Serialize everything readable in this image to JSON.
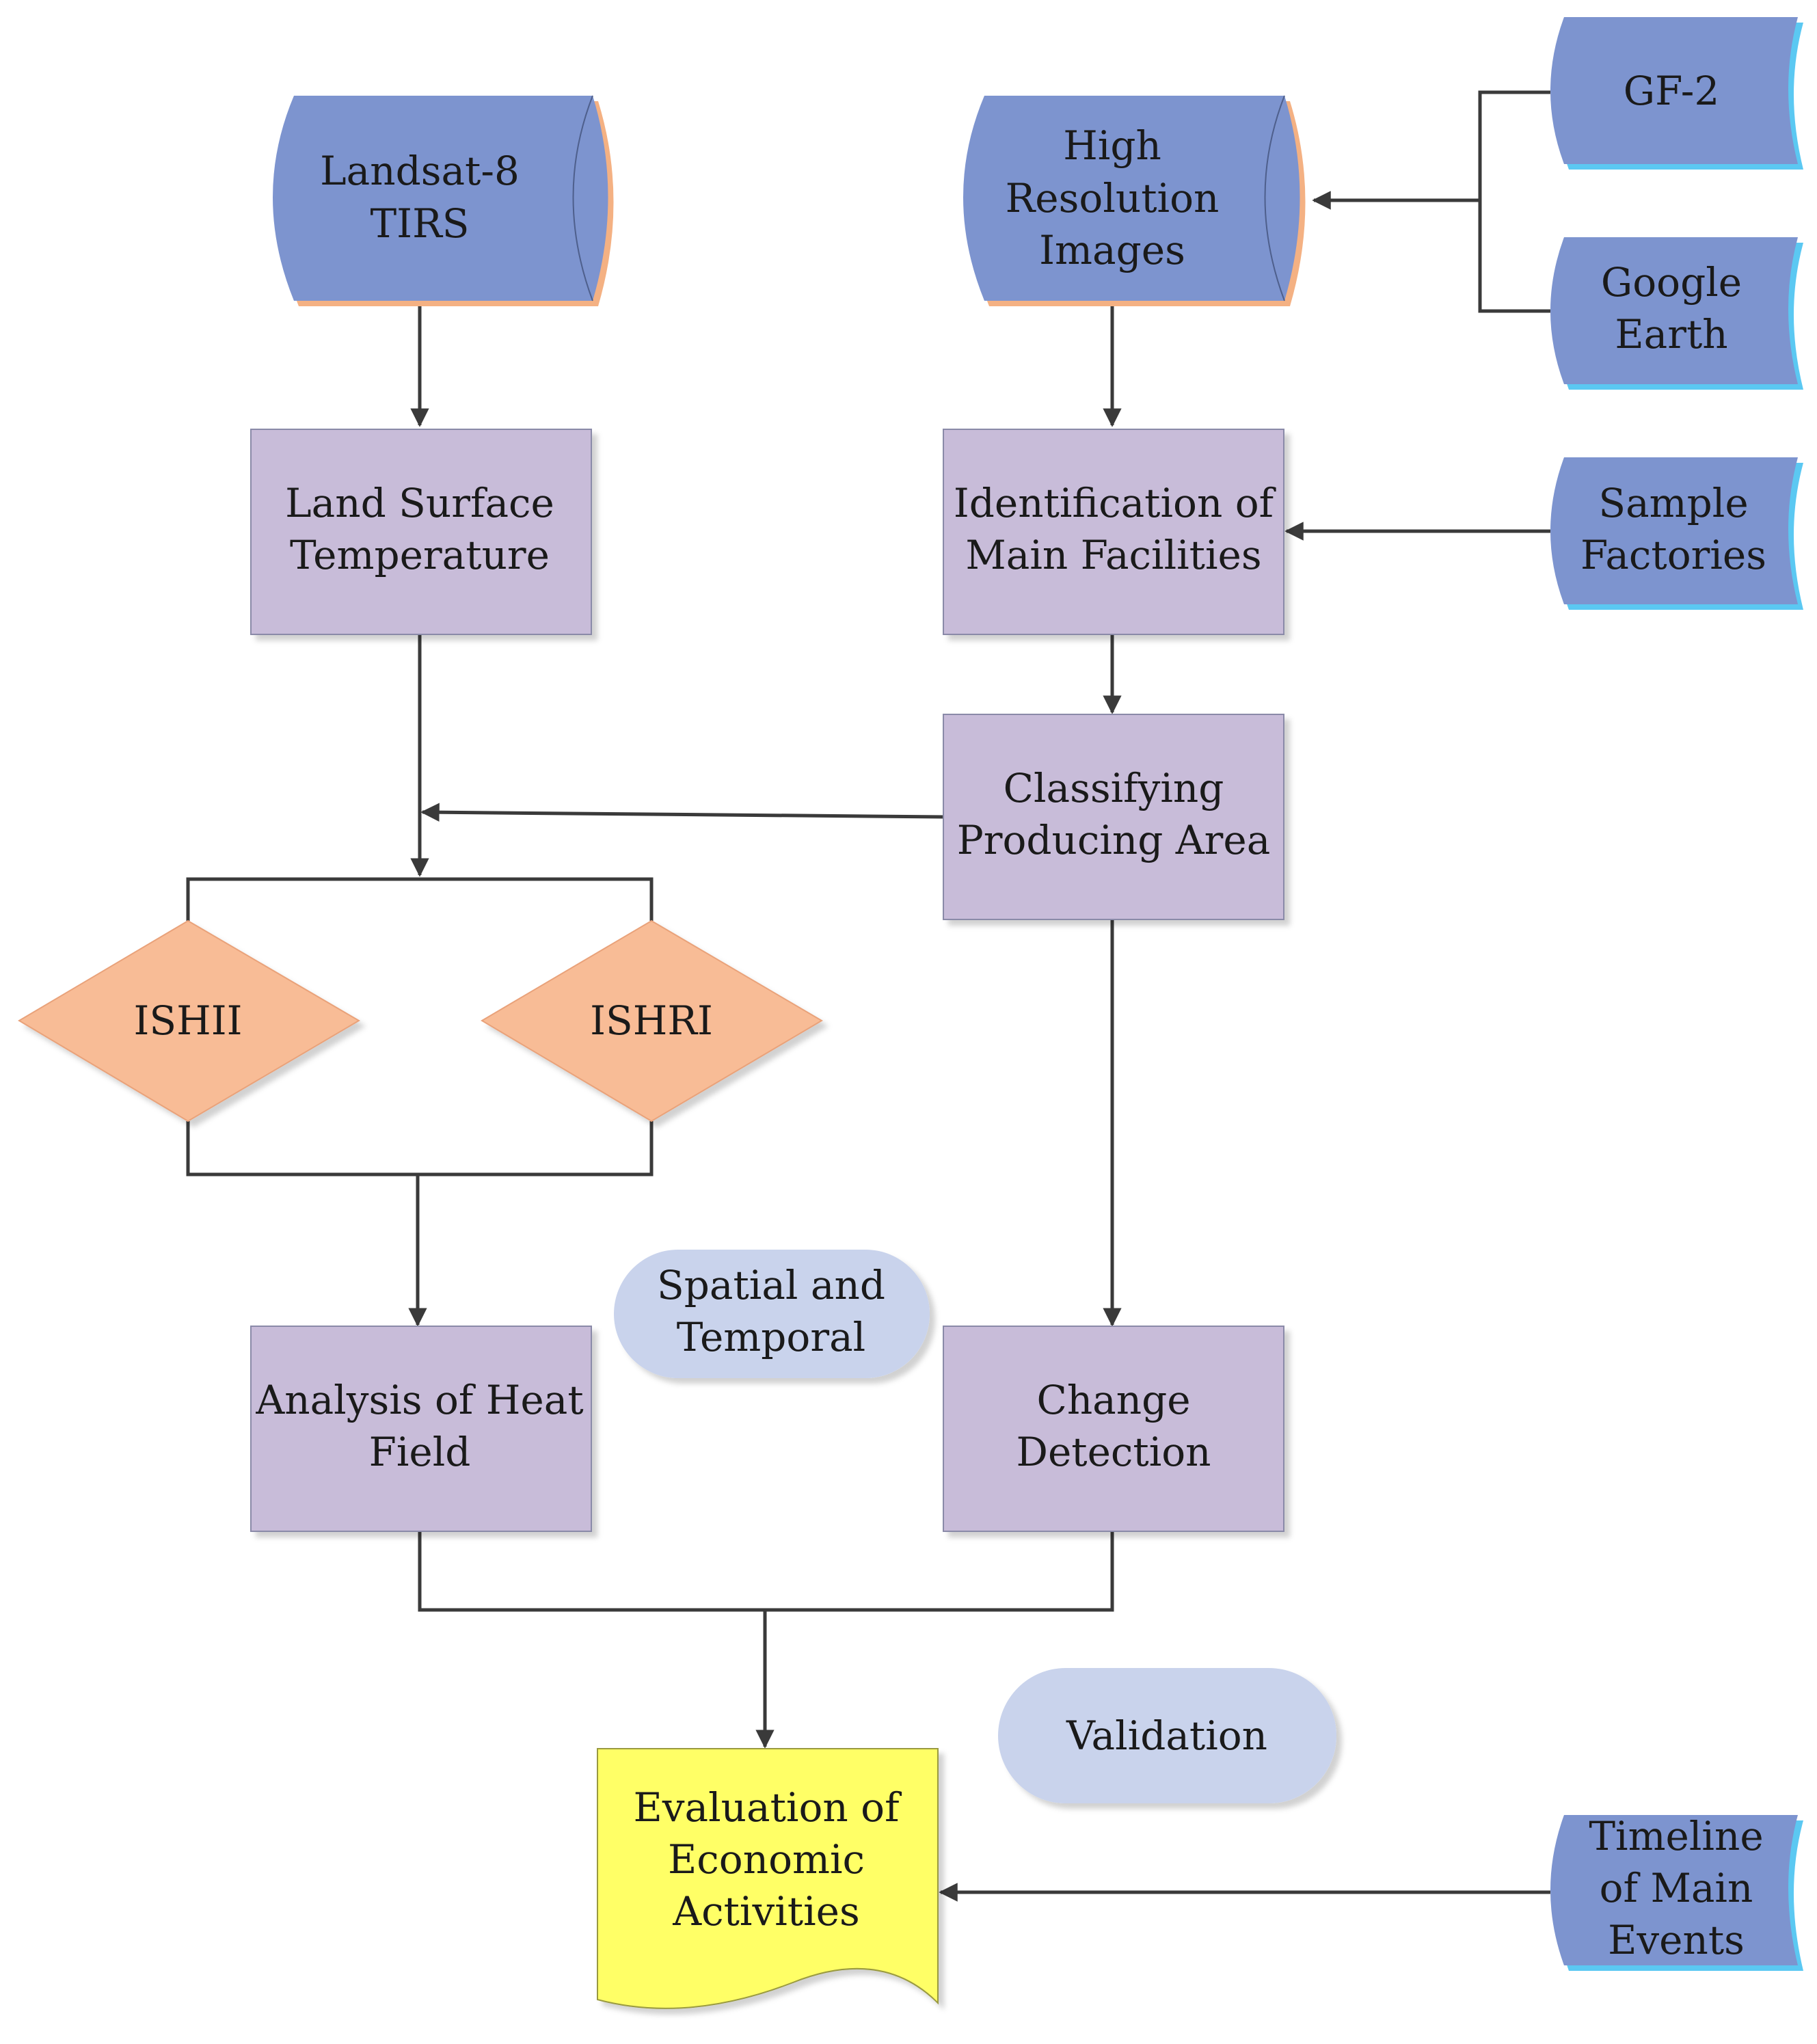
{
  "colors": {
    "data_source_fill": "#7d94cf",
    "data_source_edge": "#f4b183",
    "side_source_fill": "#7d94cf",
    "side_source_edge": "#5bc8f2",
    "process_fill": "#c8bcd9",
    "decision_fill": "#f8bc96",
    "terminator_fill": "#c9d3ec",
    "document_fill": "#ffff66",
    "connector": "#3a3a3a"
  },
  "nodes": {
    "landsat": {
      "line1": "Landsat-8",
      "line2": "TIRS"
    },
    "high_res": {
      "line1": "High",
      "line2": "Resolution",
      "line3": "Images"
    },
    "gf2": {
      "line1": "GF-2"
    },
    "google_earth": {
      "line1": "Google",
      "line2": "Earth"
    },
    "lst": {
      "line1": "Land Surface",
      "line2": "Temperature"
    },
    "identification": {
      "line1": "Identification of",
      "line2": "Main Facilities"
    },
    "sample_factories": {
      "line1": "Sample",
      "line2": "Factories"
    },
    "classifying": {
      "line1": "Classifying",
      "line2": "Producing Area"
    },
    "ishii": {
      "line1": "ISHII"
    },
    "ishri": {
      "line1": "ISHRI"
    },
    "spatial_temporal": {
      "line1": "Spatial and",
      "line2": "Temporal"
    },
    "heat_field": {
      "line1": "Analysis of Heat",
      "line2": "Field"
    },
    "change_detection": {
      "line1": "Change",
      "line2": "Detection"
    },
    "validation": {
      "line1": "Validation"
    },
    "evaluation": {
      "line1": "Evaluation of",
      "line2": "Economic",
      "line3": "Activities"
    },
    "timeline": {
      "line1": "Timeline",
      "line2": "of Main",
      "line3": "Events"
    }
  }
}
